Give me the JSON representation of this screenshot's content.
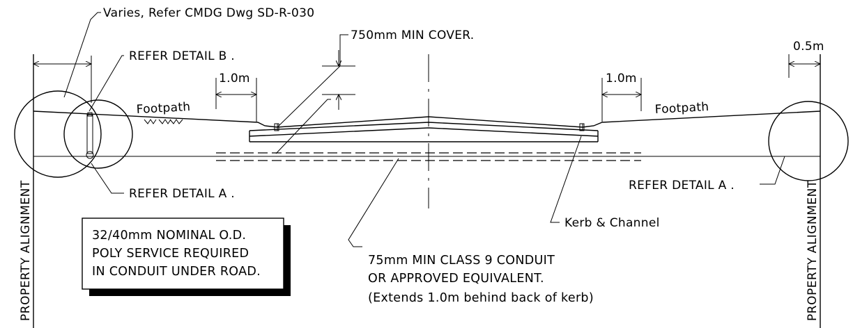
{
  "labels": {
    "varies_refer": "Varies, Refer CMDG Dwg SD-R-030",
    "min_cover": "750mm MIN COVER.",
    "dim_right_top": "0.5m",
    "refer_detail_b": "REFER DETAIL B .",
    "dim_left": "1.0m",
    "dim_right": "1.0m",
    "footpath_left": "Footpath",
    "footpath_right": "Footpath",
    "refer_detail_a_left": "REFER DETAIL A .",
    "refer_detail_a_right": "REFER DETAIL A .",
    "kerb_channel": "Kerb & Channel",
    "property_alignment_left": "PROPERTY ALIGNMENT",
    "property_alignment_right": "PROPERTY ALIGNMENT"
  },
  "service_note": {
    "line1": "32/40mm NOMINAL O.D.",
    "line2": "POLY SERVICE REQUIRED",
    "line3": "IN CONDUIT UNDER ROAD."
  },
  "conduit_note": {
    "line1": "75mm MIN CLASS 9 CONDUIT",
    "line2": "OR APPROVED EQUIVALENT.",
    "line3": "(Extends 1.0m behind back of kerb)"
  }
}
